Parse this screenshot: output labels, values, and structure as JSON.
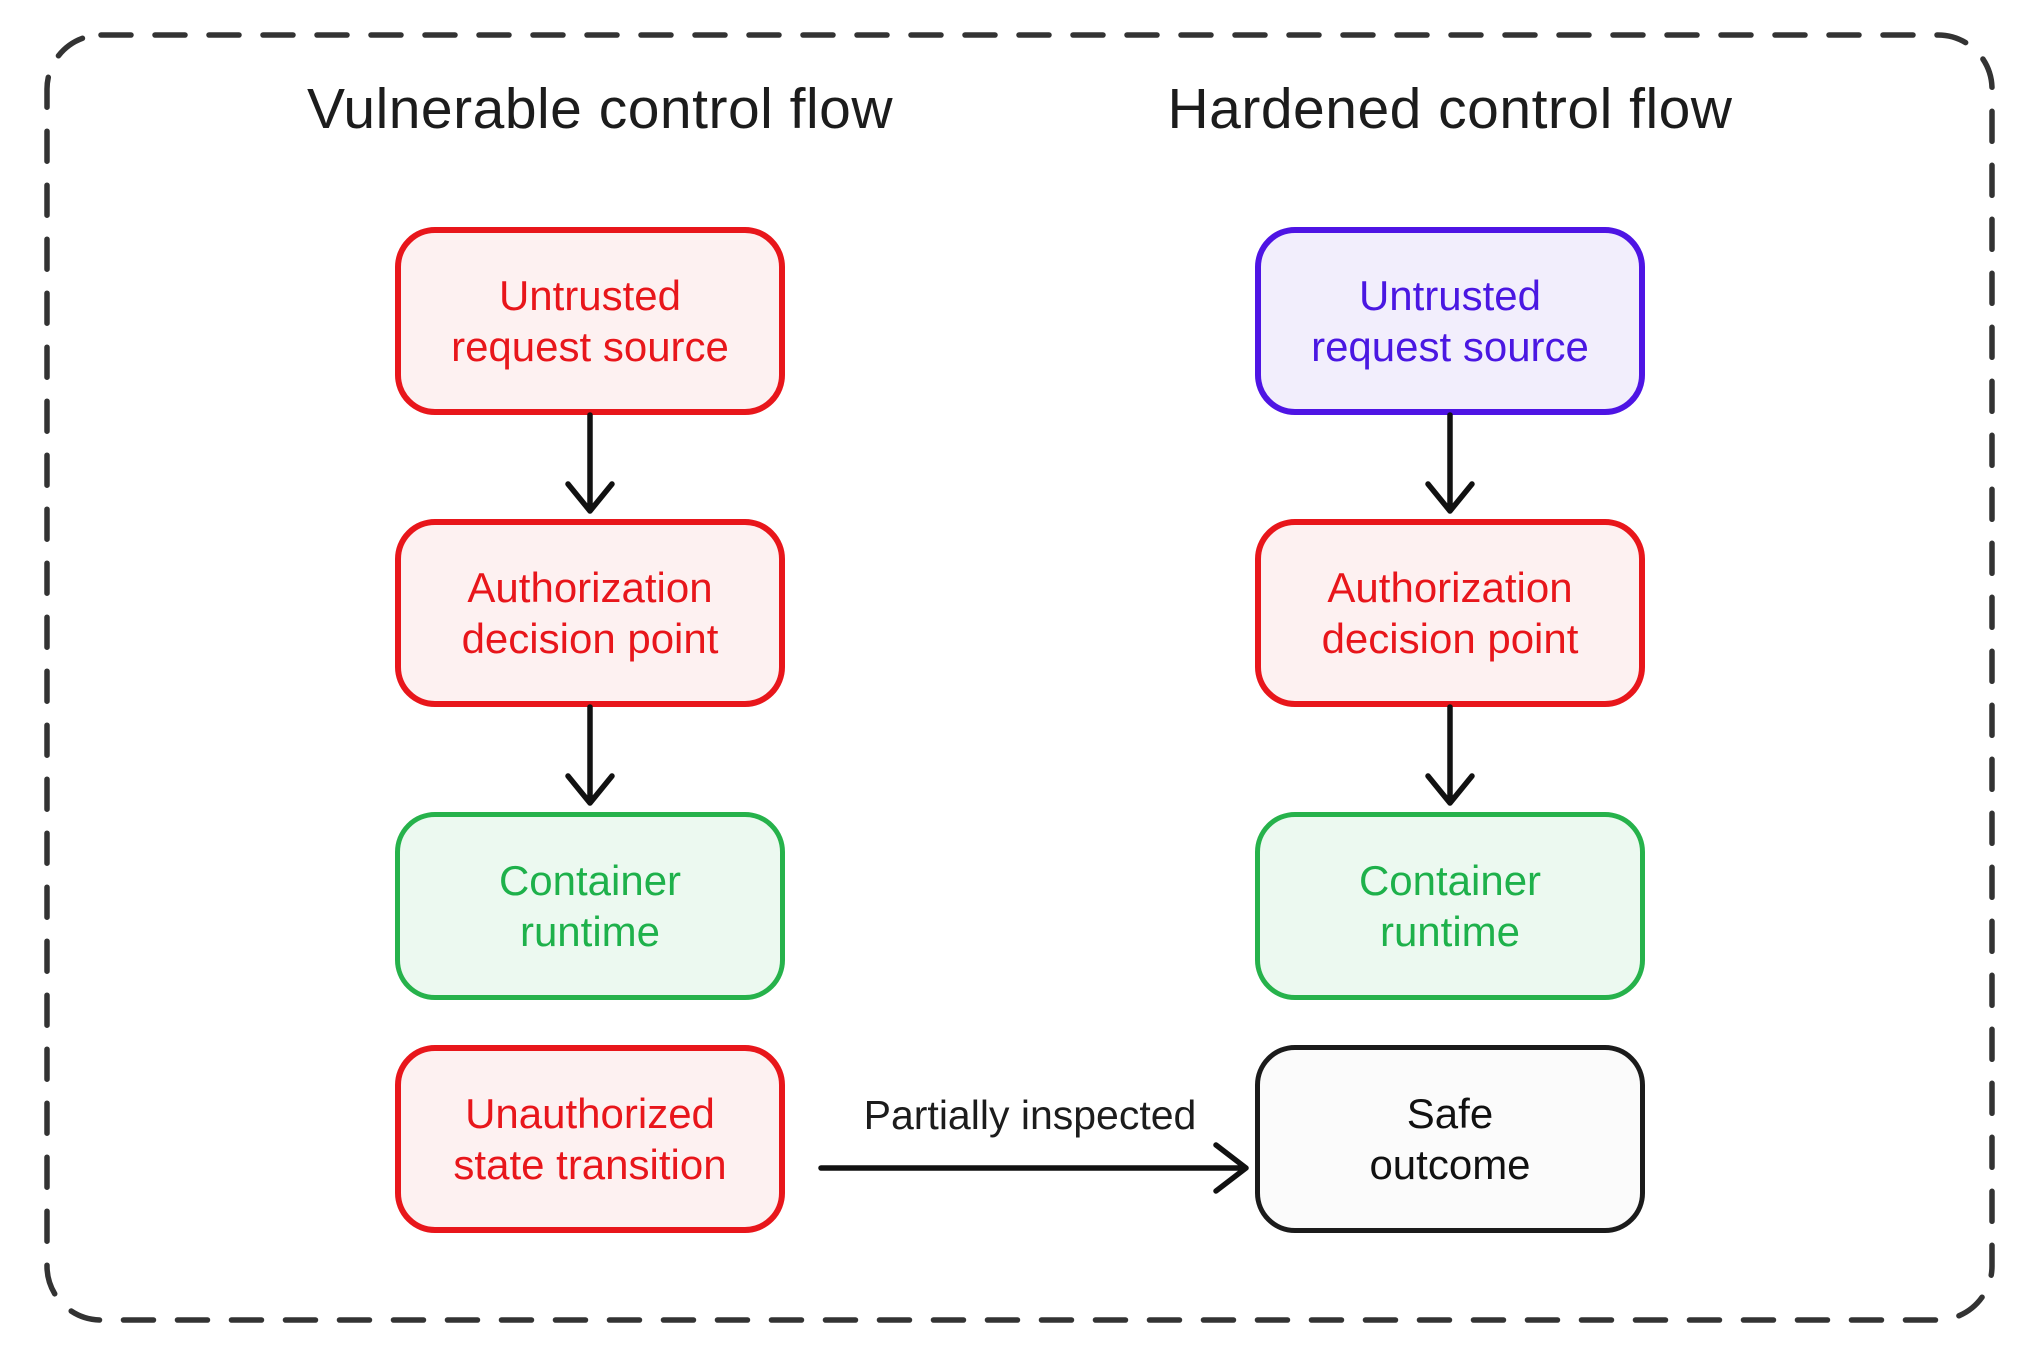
{
  "figure": {
    "columns": [
      {
        "title": "Vulnerable control flow",
        "nodes": [
          {
            "label": "Untrusted\nrequest source",
            "style": "red"
          },
          {
            "label": "Authorization\ndecision point",
            "style": "red"
          },
          {
            "label": "Container\nruntime",
            "style": "green"
          },
          {
            "label": "Unauthorized\nstate transition",
            "style": "red"
          }
        ]
      },
      {
        "title": "Hardened control flow",
        "nodes": [
          {
            "label": "Untrusted\nrequest source",
            "style": "blue"
          },
          {
            "label": "Authorization\ndecision point",
            "style": "red"
          },
          {
            "label": "Container\nruntime",
            "style": "green"
          },
          {
            "label": "Safe\noutcome",
            "style": "neutral"
          }
        ]
      }
    ],
    "cross_arrow": {
      "label": "Partially inspected"
    },
    "colors": {
      "red_accent": "#e8161b",
      "red_fill": "#fdf1f1",
      "green_accent": "#26b24b",
      "green_fill": "#ecf9f0",
      "blue_accent": "#4e14e4",
      "blue_fill": "#f2eefc",
      "neutral_accent": "#1b1b1b",
      "neutral_fill": "#fbfbfb",
      "arrow_color": "#111111",
      "frame_color": "#333333",
      "title_color": "#1c1c1c"
    }
  }
}
